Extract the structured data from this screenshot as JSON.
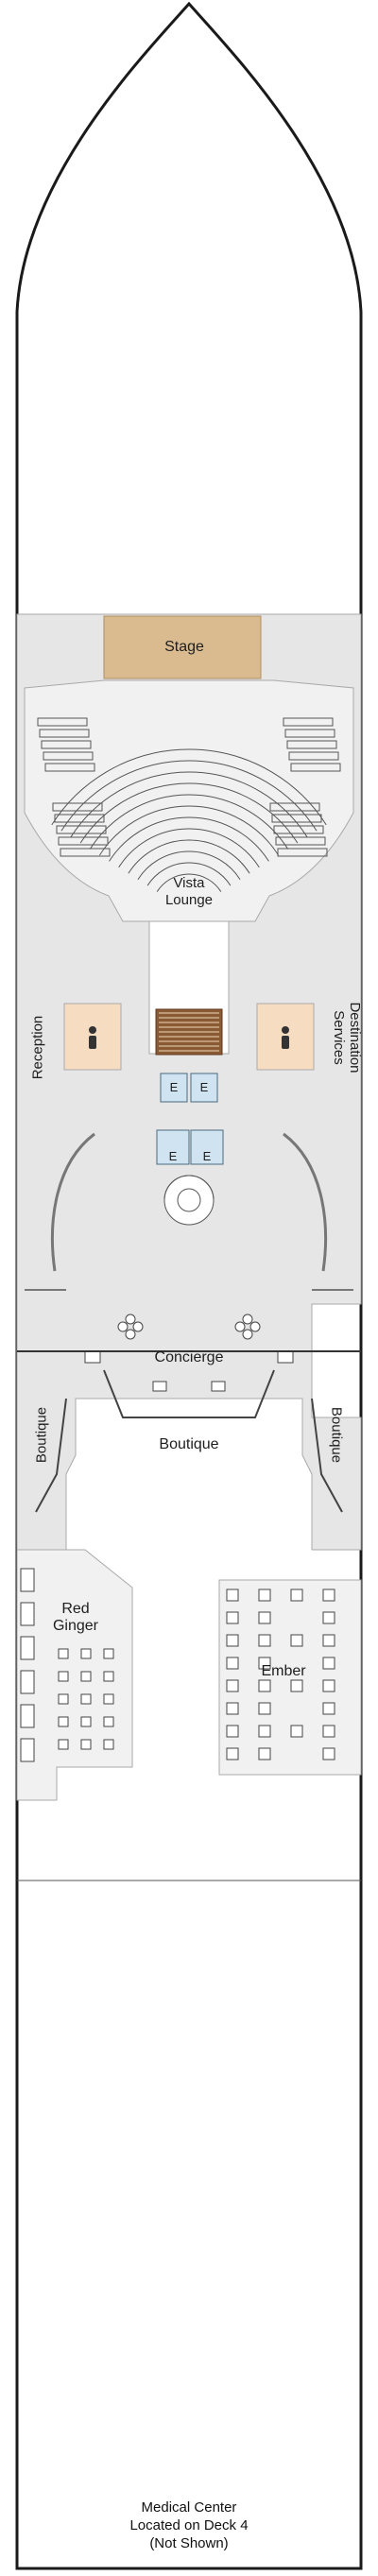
{
  "deck_plan": {
    "areas": {
      "stage": "Stage",
      "vista_lounge_line1": "Vista",
      "vista_lounge_line2": "Lounge",
      "reception": "Reception",
      "destination_services_line1": "Destination",
      "destination_services_line2": "Services",
      "concierge": "Concierge",
      "boutique_center": "Boutique",
      "boutique_left": "Boutique",
      "boutique_right": "Boutique",
      "red_ginger_line1": "Red",
      "red_ginger_line2": "Ginger",
      "ember": "Ember"
    },
    "elevator_letter": "E",
    "restroom_icon": "person-icon",
    "footnote": {
      "line1": "Medical Center",
      "line2": "Located on Deck 4",
      "line3": "(Not Shown)"
    },
    "colors": {
      "hull_outline": "#1a1a1a",
      "floor": "#e6e6e6",
      "venue_floor": "#f1f1f1",
      "stage": "#d9bb8f",
      "restroom": "#f6dcc0",
      "elevator": "#cfe3f0",
      "stair": "#8a5a34",
      "wall": "#a9a9a9"
    }
  }
}
